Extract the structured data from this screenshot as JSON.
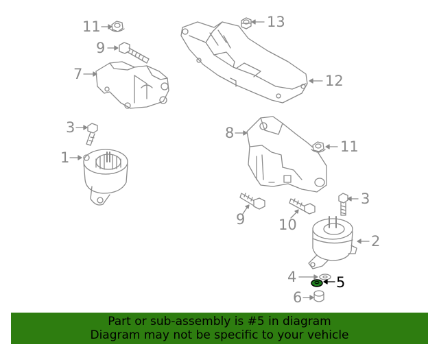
{
  "callouts": {
    "c11a": "11",
    "c13": "13",
    "c9a": "9",
    "c7": "7",
    "c12": "12",
    "c3a": "3",
    "c8": "8",
    "c11b": "11",
    "c1": "1",
    "c3b": "3",
    "c9b": "9",
    "c10": "10",
    "c2": "2",
    "c4": "4",
    "c5": "5",
    "c6": "6"
  },
  "highlight_color": "#1f7a1f",
  "banner": {
    "line1": "Part or sub-assembly is #5 in diagram",
    "line2": "Diagram may not be specific to your vehicle",
    "color": "#2e7d10"
  }
}
